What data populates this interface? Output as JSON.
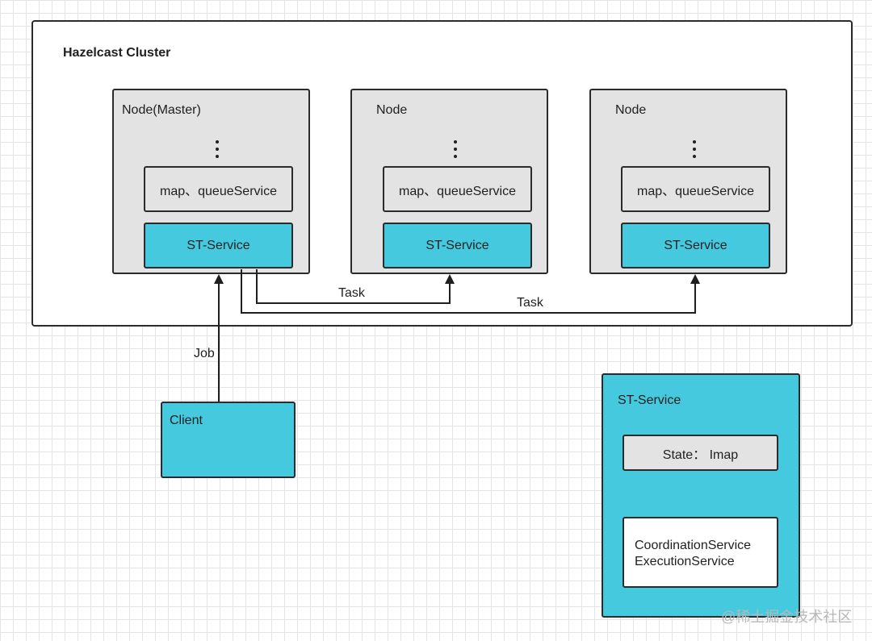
{
  "cluster": {
    "title": "Hazelcast Cluster"
  },
  "nodes": [
    {
      "title": "Node(Master)",
      "upper_box": "map、queueService",
      "lower_box": "ST-Service"
    },
    {
      "title": "Node",
      "upper_box": "map、queueService",
      "lower_box": "ST-Service"
    },
    {
      "title": "Node",
      "upper_box": "map、queueService",
      "lower_box": "ST-Service"
    }
  ],
  "edges": {
    "task_1": "Task",
    "task_2": "Task",
    "job": "Job"
  },
  "client": {
    "label": "Client"
  },
  "st_service_detail": {
    "title": "ST-Service",
    "state": "State： Imap",
    "services": [
      "CoordinationService",
      "ExecutionService"
    ]
  },
  "watermark": "@稀土掘金技术社区",
  "colors": {
    "cyan": "#45c9de",
    "gray": "#e3e3e3",
    "border": "#2b2b2b"
  }
}
